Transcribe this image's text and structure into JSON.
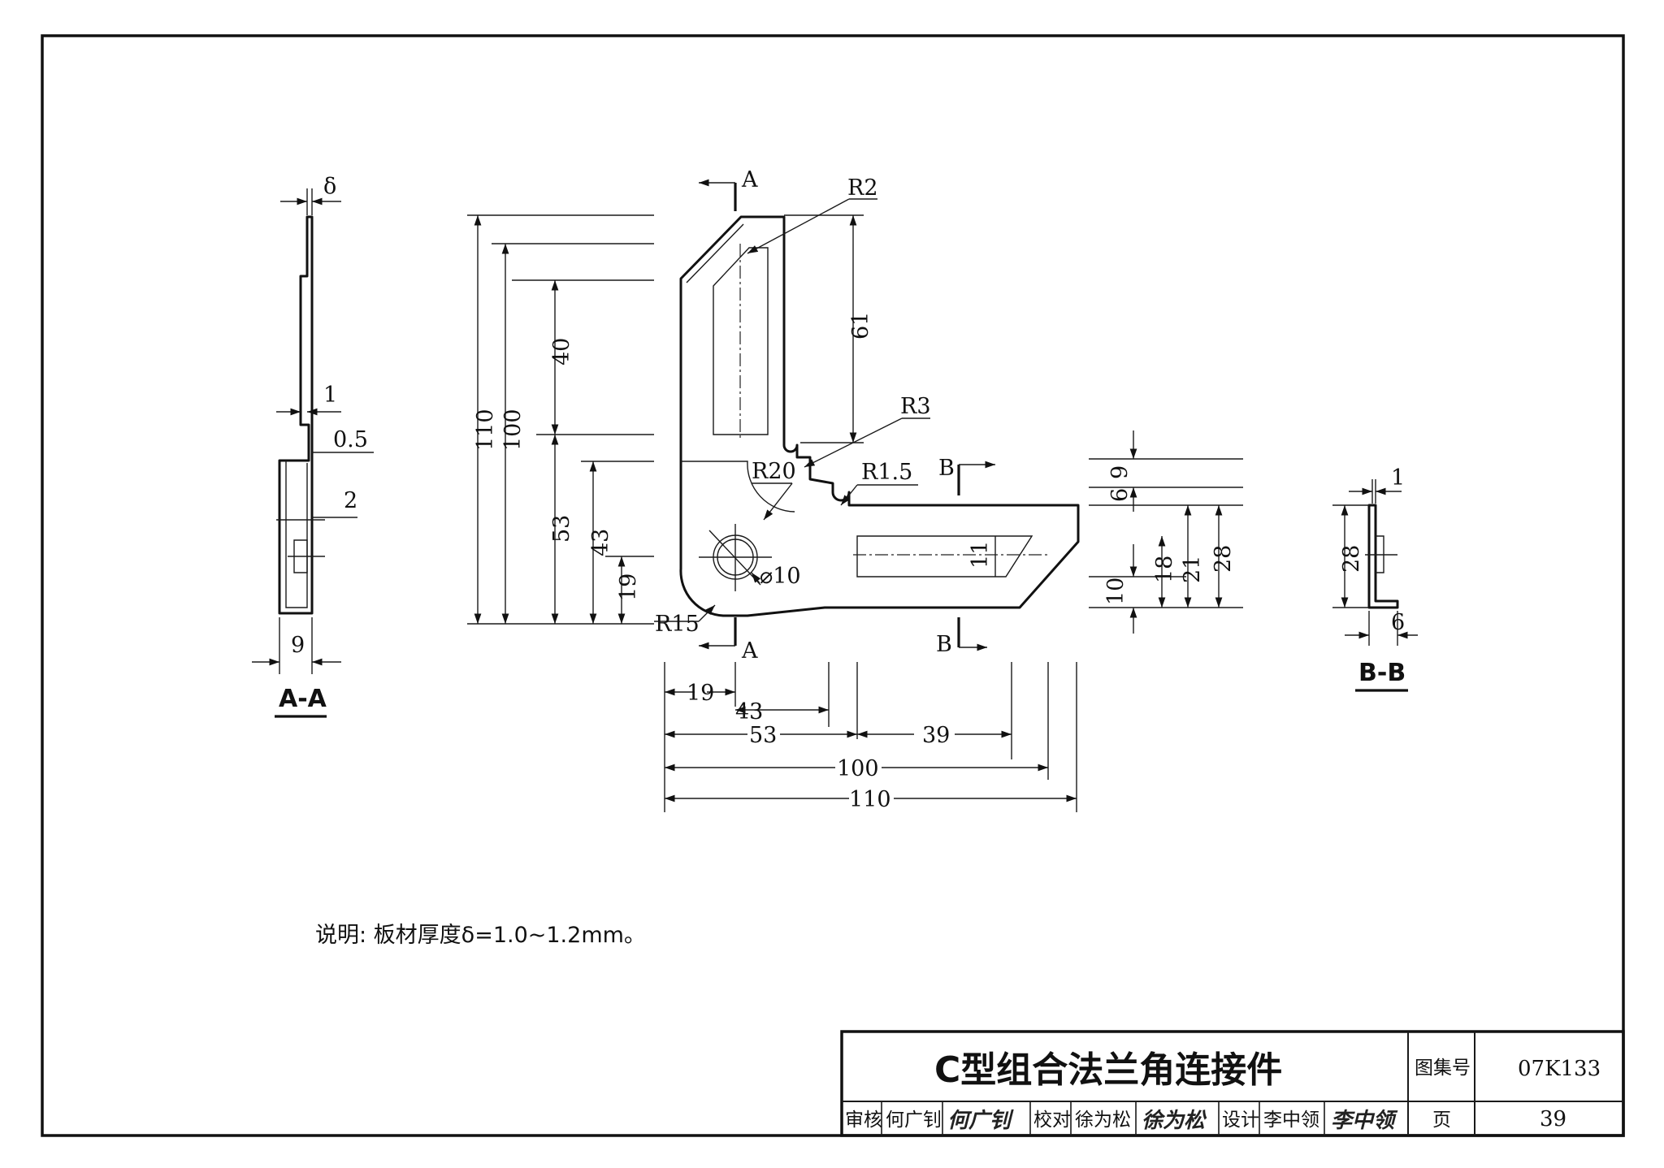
{
  "drawing": {
    "note": "说明: 板材厚度δ=1.0~1.2mm。",
    "section_labels": {
      "a_top": "A",
      "a_bottom": "A",
      "b_top": "B",
      "b_bottom": "B",
      "view_aa": "A-A",
      "view_bb": "B-B"
    },
    "aa_dims": {
      "delta": "δ",
      "d1": "1",
      "d05": "0.5",
      "d2": "2",
      "d9": "9"
    },
    "bb_dims": {
      "d1": "1",
      "d28": "28",
      "d6": "6"
    },
    "left_dims": {
      "d110": "110",
      "d100": "100",
      "d40": "40",
      "d53": "53",
      "d43": "43",
      "d19": "19"
    },
    "inner_dims": {
      "d61": "61",
      "d11": "11"
    },
    "right_dims": {
      "d9": "9",
      "d6": "6",
      "d10": "10",
      "d18": "18",
      "d21": "21",
      "d28": "28"
    },
    "bottom_dims": {
      "d19": "19",
      "d43": "43",
      "d53": "53",
      "d39": "39",
      "d100": "100",
      "d110": "110"
    },
    "radii": {
      "r2": "R2",
      "r3": "R3",
      "r20": "R20",
      "r15": "R1.5",
      "rr15": "R15",
      "phi10": "⌀10"
    }
  },
  "title_block": {
    "title": "C型组合法兰角连接件",
    "atlas_label": "图集号",
    "atlas_no": "07K133",
    "page_label": "页",
    "page_no": "39",
    "review_label": "审核",
    "reviewer": "何广钊",
    "reviewer_sign": "何广钊",
    "check_label": "校对",
    "checker": "徐为松",
    "checker_sign": "徐为松",
    "design_label": "设计",
    "designer": "李中领",
    "designer_sign": "李中领"
  }
}
